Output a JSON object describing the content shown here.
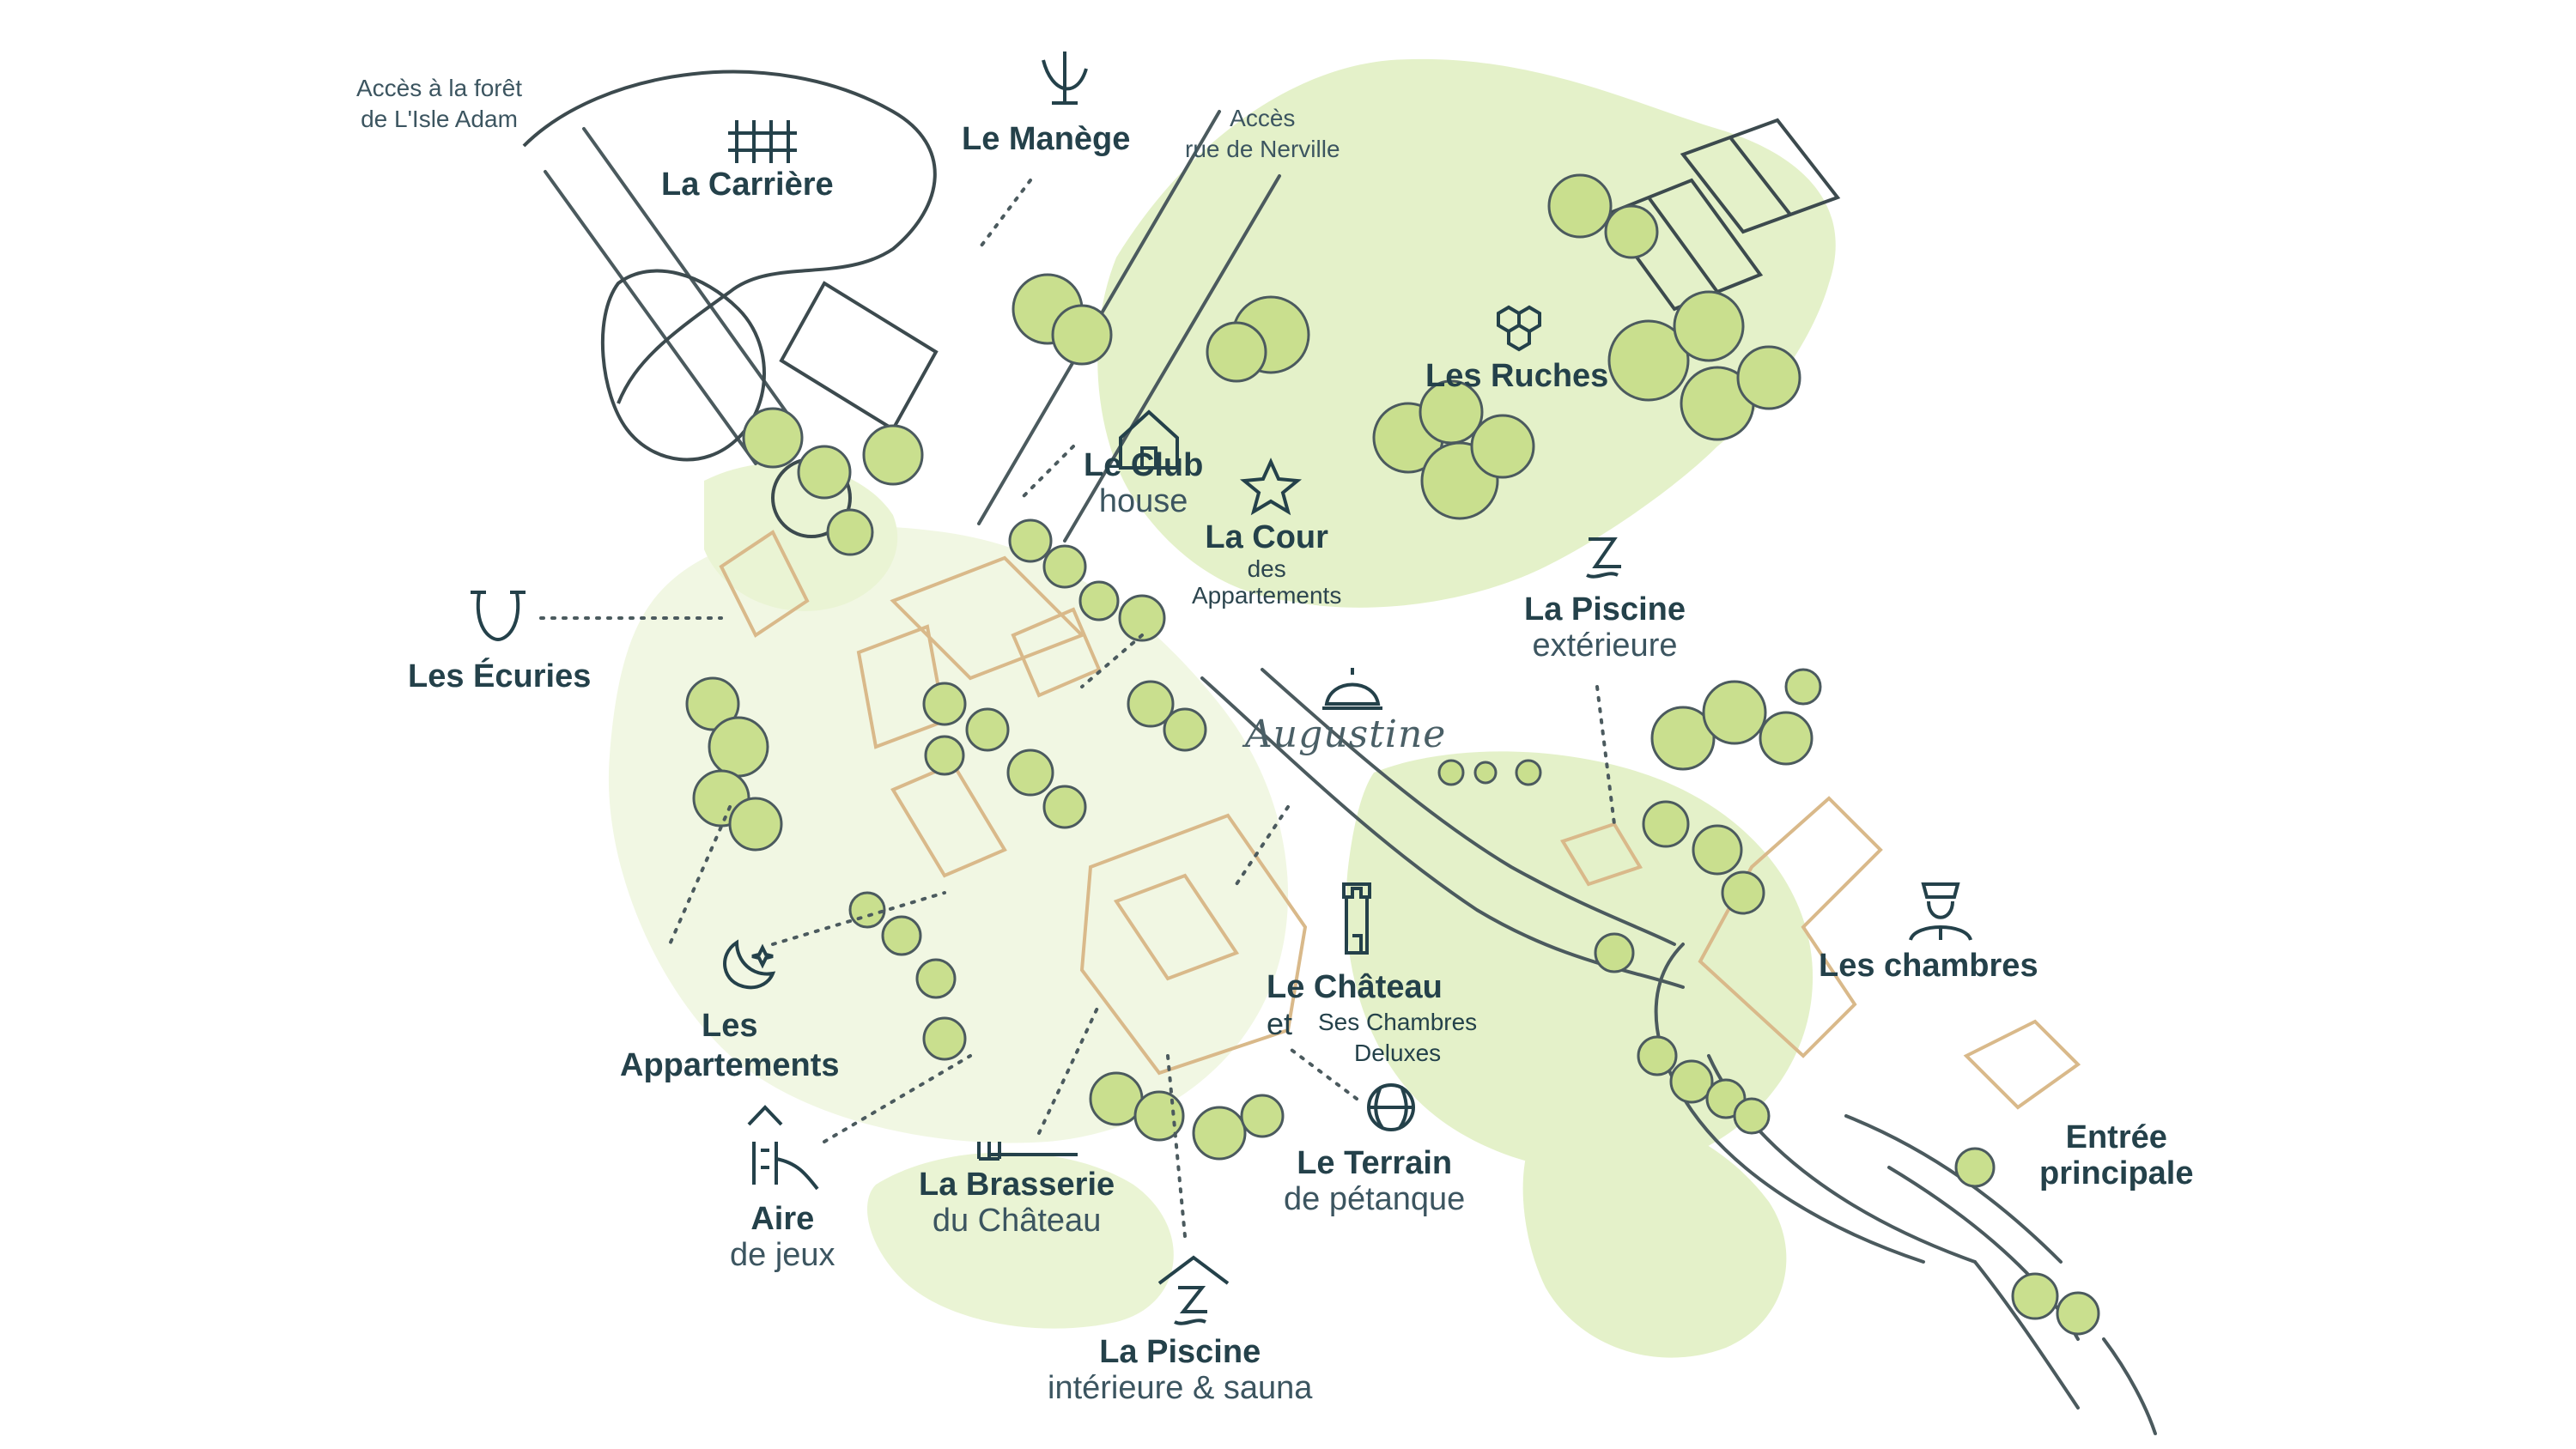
{
  "map": {
    "colors": {
      "light_green": "#e4f1c9",
      "pale_green": "#f1f7e3",
      "tree": "#c9df8e",
      "tree_dark": "#a9c86a",
      "building": "#d9b98a",
      "ink": "#24414a",
      "line": "#4b5a5e"
    },
    "access_notes": {
      "forest": [
        "Accès à la forêt",
        "de L'Isle Adam"
      ],
      "nerville": [
        "Accès",
        "rue de Nerville"
      ]
    },
    "brand": "Augustine",
    "places": {
      "carriere": {
        "title": "La Carrière",
        "icon": "fence-icon"
      },
      "manege": {
        "title": "Le Manège",
        "icon": "saddle-icon"
      },
      "ruches": {
        "title": "Les Ruches",
        "icon": "honeycomb-icon"
      },
      "club": {
        "title": "Le Club",
        "sub": "house",
        "icon": "house-icon"
      },
      "cour": {
        "title": "La Cour",
        "sub1": "des",
        "sub2": "Appartements",
        "icon": "star-icon"
      },
      "piscine_ext": {
        "title": "La Piscine",
        "sub": "extérieure",
        "icon": "swimmer-icon"
      },
      "ecuries": {
        "title": "Les Écuries",
        "icon": "horseshoe-icon"
      },
      "chateau": {
        "title": "Le Château",
        "sub1": "et",
        "sub2": "Ses Chambres",
        "sub3": "Deluxes",
        "icon": "tower-icon"
      },
      "chambres": {
        "title": "Les chambres",
        "icon": "concierge-icon"
      },
      "appartements": {
        "title1": "Les",
        "title2": "Appartements",
        "icon": "moon-stars-icon"
      },
      "aire": {
        "title": "Aire",
        "sub": "de jeux",
        "icon": "playground-icon"
      },
      "brasserie": {
        "title": "La Brasserie",
        "sub": "du Château",
        "icon": "fork-icon"
      },
      "petanque": {
        "title": "Le Terrain",
        "sub": "de pétanque",
        "icon": "boule-icon"
      },
      "entree": {
        "title1": "Entrée",
        "title2": "principale"
      },
      "piscine_int": {
        "title": "La Piscine",
        "sub": "intérieure & sauna",
        "icon": "indoor-pool-icon"
      }
    }
  }
}
